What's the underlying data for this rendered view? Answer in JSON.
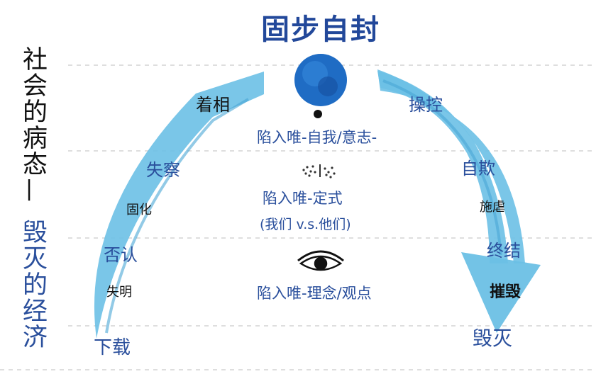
{
  "colors": {
    "ink_blue": "#2a4f9c",
    "arrow_blue": "#6cc0e5",
    "blob_blue": "#1f6cc4",
    "ink_black": "#111111"
  },
  "side_title": {
    "part1": "社会的病态",
    "separator": "|",
    "part2": "毁灭的经济"
  },
  "top_title": "固步自封",
  "left_arc_labels": {
    "a1": "着相",
    "a2": "失察",
    "a3": "固化",
    "a4": "否认",
    "a5": "失明",
    "a6": "下载"
  },
  "right_arc_labels": {
    "b1": "操控",
    "b2": "自欺",
    "b3": "施虐",
    "b4": "终结",
    "b5": "摧毁",
    "b6": "毁灭"
  },
  "center": {
    "line1": "陷入唯-自我/意志-",
    "line2a": "陷入唯-定式",
    "line2b": "(我们 v.s.他们)",
    "line3": "陷入唯-理念/观点"
  },
  "icons": {
    "blob": "blue-ink-blob",
    "dot": "black-dot",
    "split_dots": "scattered-dots-icon",
    "eye": "eye-icon"
  }
}
